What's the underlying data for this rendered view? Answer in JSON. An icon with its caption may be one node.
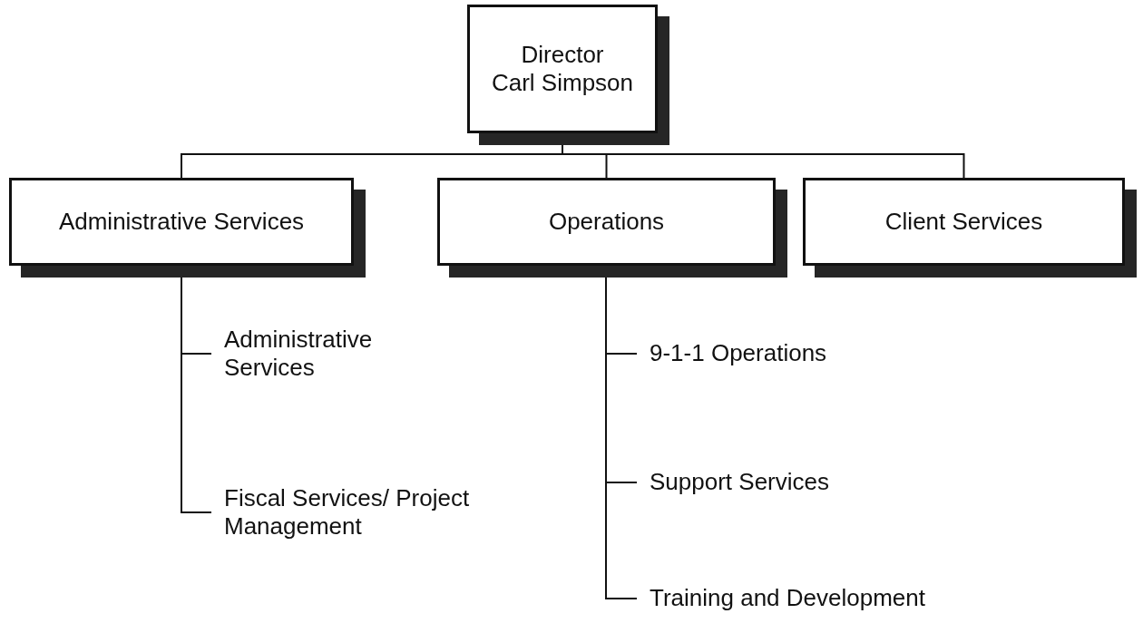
{
  "diagram": {
    "nodes": [
      {
        "text": [
          "Director",
          "Carl Simpson"
        ]
      },
      {
        "text": [
          "Administrative Services"
        ]
      },
      {
        "text": [
          "Operations"
        ]
      },
      {
        "text": [
          "Client Services"
        ]
      },
      {
        "text": [
          "Administrative Services"
        ]
      },
      {
        "text": [
          "Fiscal Services/ Project Management"
        ]
      },
      {
        "text": [
          "9-1-1 Operations"
        ]
      },
      {
        "text": [
          "Support Services"
        ]
      },
      {
        "text": [
          "Training and Development"
        ]
      }
    ],
    "edges": [
      {
        "from": 0,
        "to": 1,
        "arrow": "none"
      },
      {
        "from": 0,
        "to": 2,
        "arrow": "none"
      },
      {
        "from": 0,
        "to": 3,
        "arrow": "none"
      },
      {
        "from": 1,
        "to": 4,
        "arrow": "none"
      },
      {
        "from": 1,
        "to": 5,
        "arrow": "none"
      },
      {
        "from": 2,
        "to": 6,
        "arrow": "none"
      },
      {
        "from": 2,
        "to": 7,
        "arrow": "none"
      },
      {
        "from": 2,
        "to": 8,
        "arrow": "none"
      }
    ]
  }
}
